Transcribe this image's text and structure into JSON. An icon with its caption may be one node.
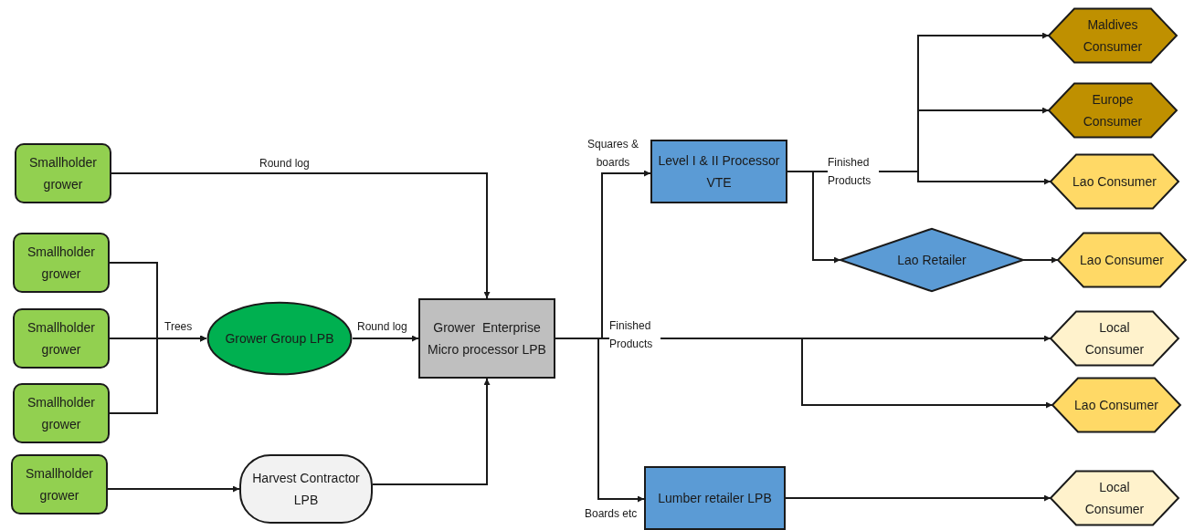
{
  "diagram": {
    "nodes": [
      {
        "text": [
          "Smallholder grower"
        ]
      },
      {
        "text": [
          "Smallholder grower"
        ]
      },
      {
        "text": [
          "Smallholder grower"
        ]
      },
      {
        "text": [
          "Smallholder grower"
        ]
      },
      {
        "text": [
          "Smallholder grower"
        ]
      },
      {
        "text": [
          "Grower Group LPB"
        ]
      },
      {
        "text": [
          "Harvest Contractor LPB"
        ]
      },
      {
        "text": [
          "Grower  Enterprise Micro processor LPB"
        ]
      },
      {
        "text": [
          "Level I & II Processor VTE"
        ]
      },
      {
        "text": [
          "Lao Retailer"
        ]
      },
      {
        "text": [
          "Lumber retailer LPB"
        ]
      },
      {
        "text": [
          "Maldives Consumer"
        ]
      },
      {
        "text": [
          "Europe Consumer"
        ]
      },
      {
        "text": [
          "Lao Consumer"
        ]
      },
      {
        "text": [
          "Lao Consumer"
        ]
      },
      {
        "text": [
          "Local Consumer"
        ]
      },
      {
        "text": [
          "Lao Consumer"
        ]
      },
      {
        "text": [
          "Local Consumer"
        ]
      }
    ],
    "edges": [
      {
        "from": 0,
        "to": 7,
        "arrow": "to",
        "label": "Round log"
      },
      {
        "from": 1,
        "to": 5,
        "arrow": "to"
      },
      {
        "from": 2,
        "to": 5,
        "arrow": "to",
        "label": "Trees"
      },
      {
        "from": 3,
        "to": 5,
        "arrow": "to"
      },
      {
        "from": 5,
        "to": 7,
        "arrow": "to",
        "label": "Round log"
      },
      {
        "from": 4,
        "to": 6,
        "arrow": "to"
      },
      {
        "from": 6,
        "to": 7,
        "arrow": "to"
      },
      {
        "from": 7,
        "to": 8,
        "arrow": "to",
        "label": "Squares & boards"
      },
      {
        "from": 7,
        "to": 15,
        "arrow": "to",
        "label": "Finished Products"
      },
      {
        "from": 7,
        "to": 16,
        "arrow": "to"
      },
      {
        "from": 7,
        "to": 10,
        "arrow": "to",
        "label": "Boards etc"
      },
      {
        "from": 8,
        "to": 11,
        "arrow": "to"
      },
      {
        "from": 8,
        "to": 12,
        "arrow": "to"
      },
      {
        "from": 8,
        "to": 13,
        "arrow": "to",
        "label": "Finished Products"
      },
      {
        "from": 8,
        "to": 9,
        "arrow": "to"
      },
      {
        "from": 9,
        "to": 14,
        "arrow": "to"
      },
      {
        "from": 10,
        "to": 17,
        "arrow": "to"
      }
    ]
  }
}
